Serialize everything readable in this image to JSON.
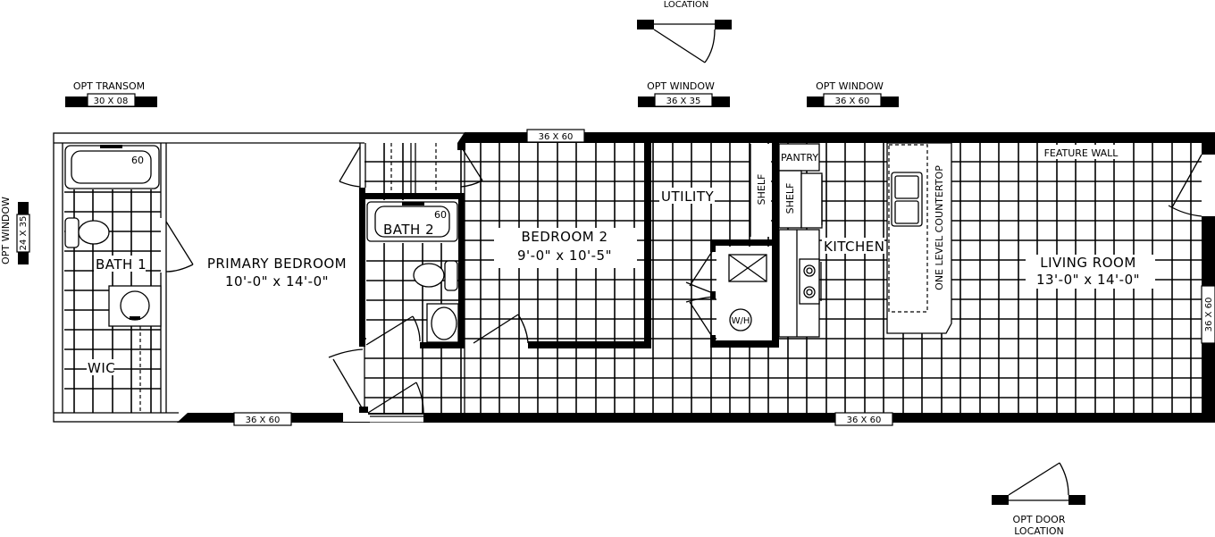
{
  "plan": {
    "top_options": [
      {
        "id": "opt-door-top",
        "label": "LOCATION"
      },
      {
        "id": "opt-transom",
        "label": "OPT TRANSOM",
        "size": "30 X 08"
      },
      {
        "id": "opt-window-1",
        "label": "OPT WINDOW",
        "size": "36 X 35"
      },
      {
        "id": "opt-window-2",
        "label": "OPT WINDOW",
        "size": "36 X 60"
      }
    ],
    "left_option": {
      "label": "OPT WINDOW",
      "size": "24 X 35"
    },
    "bottom_option": {
      "label_line1": "OPT DOOR",
      "label_line2": "LOCATION"
    },
    "rooms": {
      "bath1": {
        "name": "BATH 1",
        "tub": "60"
      },
      "wic": {
        "name": "WIC"
      },
      "primary": {
        "name": "PRIMARY BEDROOM",
        "dims": "10'-0\" x 14'-0\""
      },
      "bath2": {
        "name": "BATH 2",
        "tub": "60"
      },
      "bedroom2": {
        "name": "BEDROOM 2",
        "dims": "9'-0\" x 10'-5\""
      },
      "utility": {
        "name": "UTILITY",
        "shelf": "SHELF",
        "water_heater": "W/H"
      },
      "kitchen": {
        "name": "KITCHEN",
        "pantry": "PANTRY",
        "shelf": "SHELF",
        "countertop": "ONE LEVEL COUNTERTOP"
      },
      "living": {
        "name": "LIVING ROOM",
        "dims": "13'-0\" x 14'-0\"",
        "feature_wall": "FEATURE WALL"
      }
    },
    "windows": {
      "top_bedroom2": "36 X 60",
      "bottom_primary": "36 X 60",
      "bottom_living": "36 X 60",
      "right_living": "36 X 60"
    },
    "colors": {
      "ink": "#000000",
      "paper": "#ffffff"
    }
  }
}
